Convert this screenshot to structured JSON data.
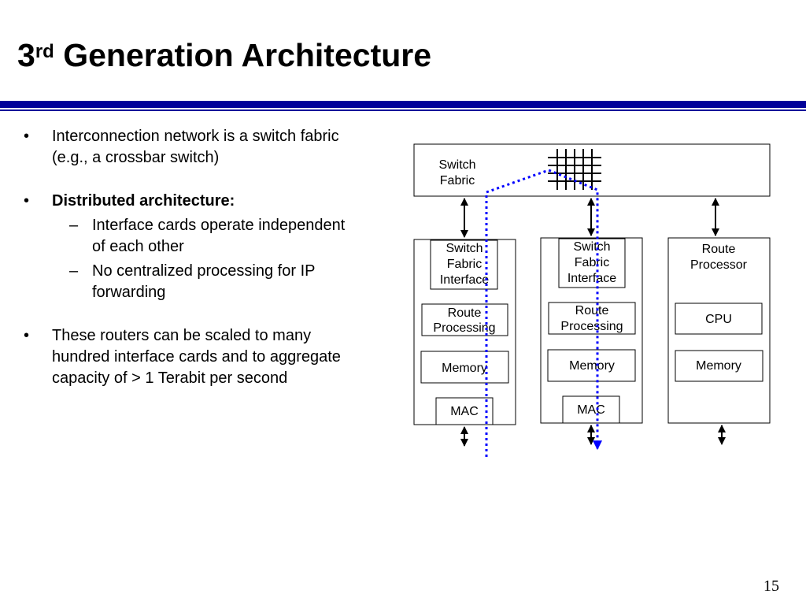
{
  "slide": {
    "title_main": "3",
    "title_sup": "rd",
    "title_rest": " Generation Architecture",
    "page_number": "15",
    "accent_color": "#000099",
    "path_color": "#0000ff"
  },
  "bullets": {
    "b1_line1": "Interconnection network is a switch fabric",
    "b1_line2": "(e.g., a crossbar switch)",
    "b2_label": "Distributed architecture:",
    "b2_sub1_line1": "Interface cards operate independent",
    "b2_sub1_line2": "of each other",
    "b2_sub2_line1": "No centralized processing for IP",
    "b2_sub2_line2": "forwarding",
    "b3_line1": "These routers can be scaled to many",
    "b3_line2": "hundred interface cards and to aggregate",
    "b3_line3": "capacity of > 1 Terabit per second",
    "bullet_symbol": "•",
    "dash_symbol": "–"
  },
  "diagram": {
    "switch_fabric": [
      "Switch",
      "Fabric"
    ],
    "card1": {
      "sfi": [
        "Switch",
        "Fabric",
        "Interface"
      ],
      "route_processing": [
        "Route",
        "Processing"
      ],
      "memory": "Memory",
      "mac": "MAC"
    },
    "card2": {
      "sfi": [
        "Switch",
        "Fabric",
        "Interface"
      ],
      "route_processing": [
        "Route",
        "Processing"
      ],
      "memory": "Memory",
      "mac": "MAC"
    },
    "route_processor": {
      "title": [
        "Route",
        "Processor"
      ],
      "cpu": "CPU",
      "memory": "Memory"
    }
  }
}
